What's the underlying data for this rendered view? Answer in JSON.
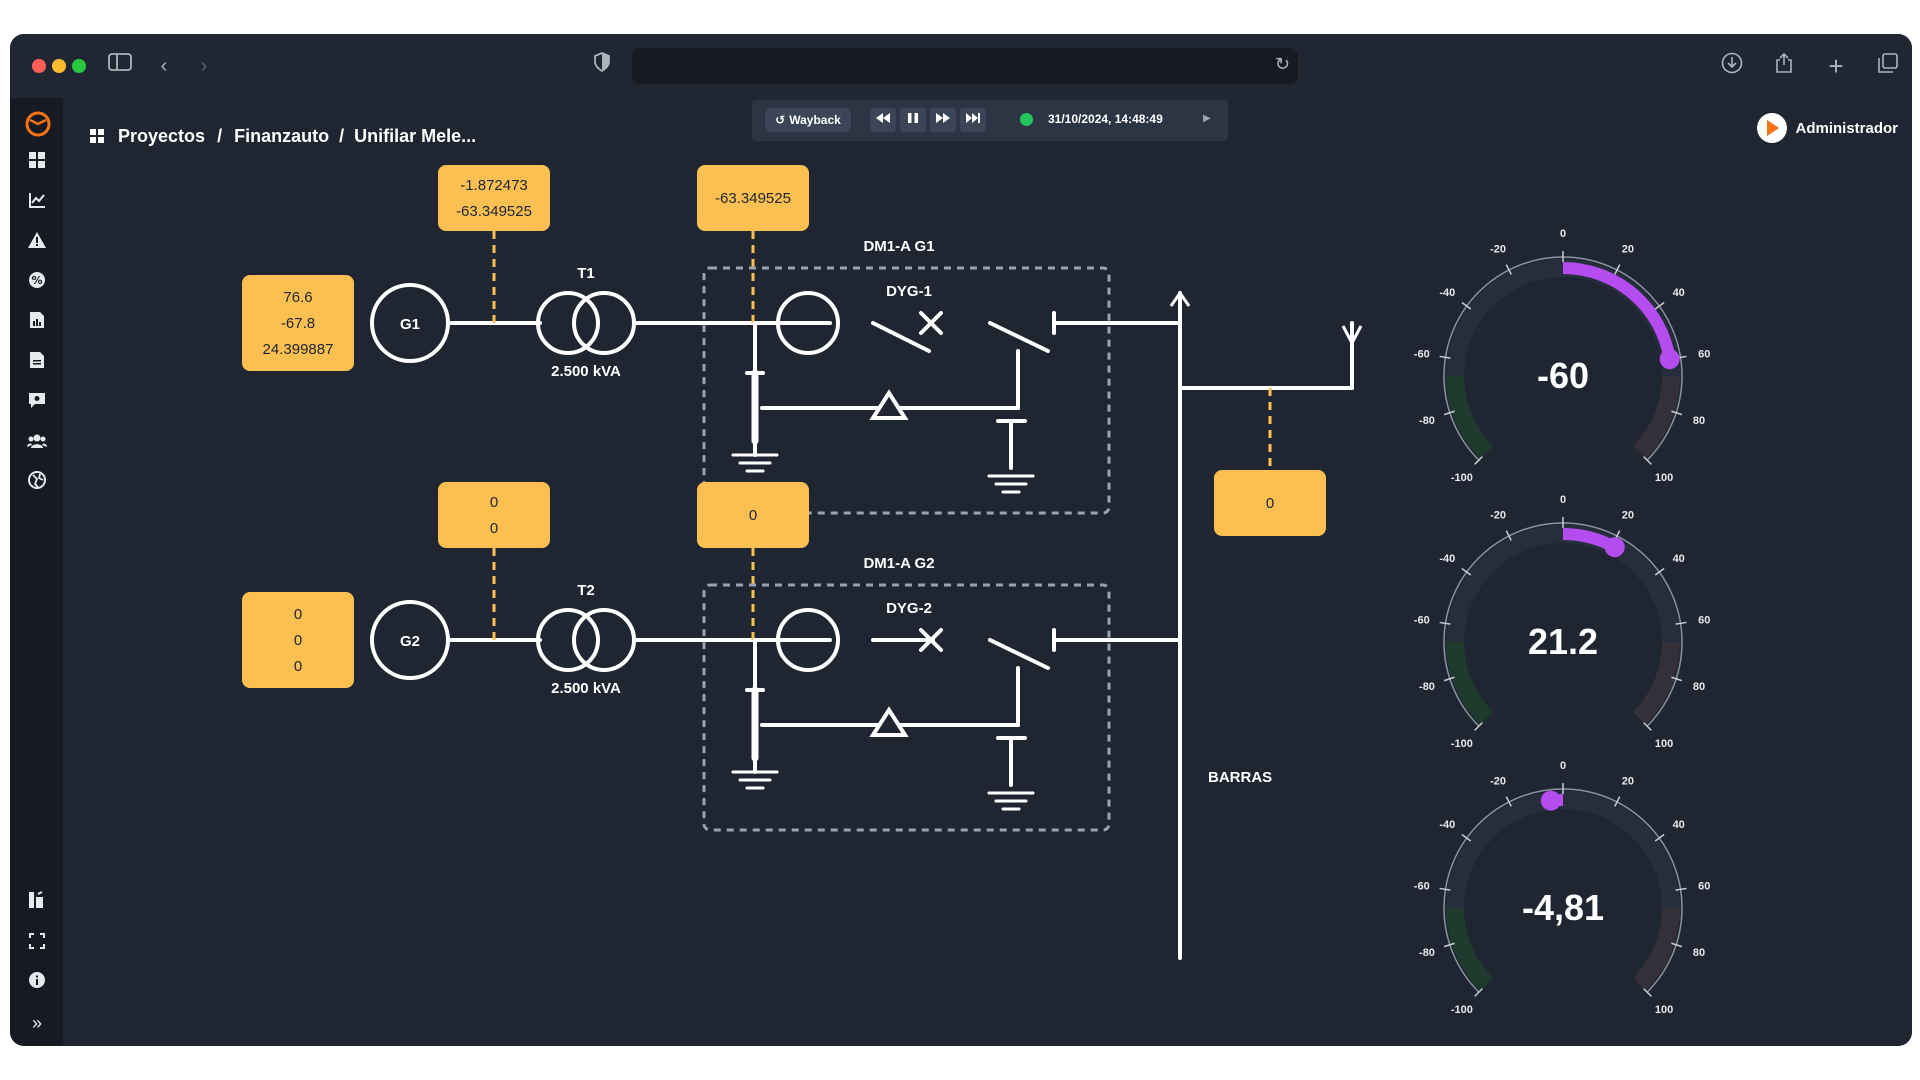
{
  "browser": {
    "url": ""
  },
  "breadcrumb": {
    "root": "Proyectos",
    "separator1": "/",
    "project": "Finanzauto",
    "separator2": "/",
    "page": "Unifilar Mele..."
  },
  "wayback": {
    "label": "Wayback",
    "datetime": "31/10/2024, 14:48:49",
    "status_color": "#22c55e"
  },
  "user": {
    "name": "Administrador"
  },
  "diagram": {
    "generators": [
      {
        "label": "G1",
        "values": [
          "76.6",
          "-67.8",
          "24.399887"
        ]
      },
      {
        "label": "G2",
        "values": [
          "0",
          "0",
          "0"
        ]
      }
    ],
    "transformers": [
      {
        "label": "T1",
        "rating": "2.500 kVA",
        "readings": [
          "-1.872473",
          "-63.349525"
        ]
      },
      {
        "label": "T2",
        "rating": "2.500 kVA",
        "readings": [
          "0",
          "0"
        ]
      }
    ],
    "modules": [
      {
        "label": "DM1-A G1",
        "breaker": "DYG-1",
        "reading": "-63.349525"
      },
      {
        "label": "DM1-A G2",
        "breaker": "DYG-2",
        "reading": "0"
      }
    ],
    "bus_label": "BARRAS",
    "bus_reading": "0"
  },
  "gauges": [
    {
      "value": 60,
      "display": "-60",
      "min": -100,
      "max": 100
    },
    {
      "value": 21.2,
      "display": "21.2",
      "min": -100,
      "max": 100
    },
    {
      "value": -4.81,
      "display": "-4,81",
      "min": -100,
      "max": 100
    }
  ],
  "gauge_ticks": [
    "-100",
    "-80",
    "-60",
    "-40",
    "-20",
    "0",
    "20",
    "40",
    "60",
    "80",
    "100"
  ],
  "colors": {
    "accent": "#fbbf52",
    "gauge_pointer": "#b44cf0",
    "background": "#1f2631",
    "sidebar": "#161b23"
  }
}
